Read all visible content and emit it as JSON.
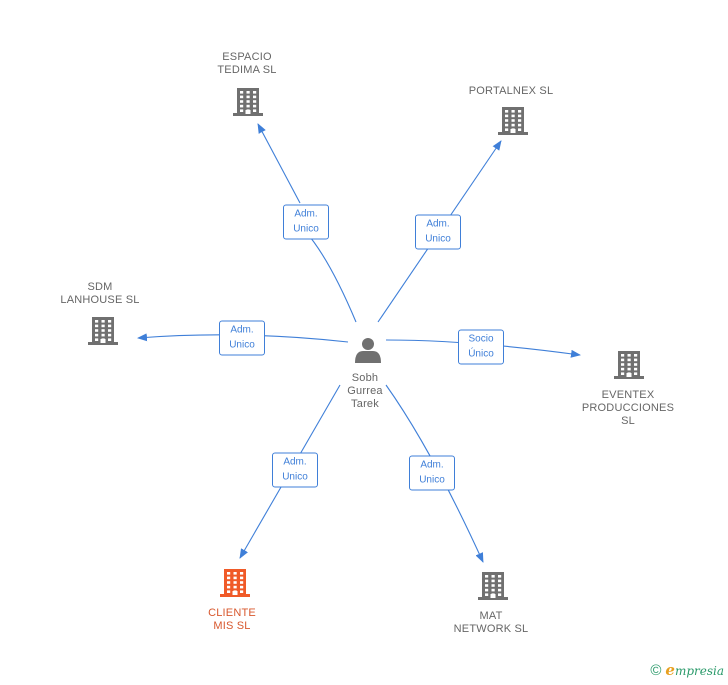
{
  "center": {
    "name": "Sobh\nGurrea\nTarek"
  },
  "nodes": [
    {
      "id": "espacio",
      "name": "ESPACIO\nTEDIMA SL",
      "highlight": false
    },
    {
      "id": "portalnex",
      "name": "PORTALNEX SL",
      "highlight": false
    },
    {
      "id": "sdm",
      "name": "SDM\nLANHOUSE SL",
      "highlight": false
    },
    {
      "id": "eventex",
      "name": "EVENTEX\nPRODUCCIONES SL",
      "highlight": false
    },
    {
      "id": "cliente",
      "name": "CLIENTE\nMIS SL",
      "highlight": true
    },
    {
      "id": "mat",
      "name": "MAT\nNETWORK SL",
      "highlight": false
    }
  ],
  "relations": [
    {
      "target": "espacio",
      "label": "Adm.\nUnico"
    },
    {
      "target": "portalnex",
      "label": "Adm.\nUnico"
    },
    {
      "target": "sdm",
      "label": "Adm.\nUnico"
    },
    {
      "target": "eventex",
      "label": "Socio\nÚnico"
    },
    {
      "target": "cliente",
      "label": "Adm.\nUnico"
    },
    {
      "target": "mat",
      "label": "Adm.\nUnico"
    }
  ],
  "colors": {
    "edge": "#3f7fd8",
    "building": "#707070",
    "highlight": "#f05a28",
    "person": "#707070"
  },
  "icons": {
    "person": "person-icon",
    "company": "building-icon"
  },
  "footer": {
    "copyright": "©",
    "brand": "mpresia",
    "brand_initial": "e"
  }
}
